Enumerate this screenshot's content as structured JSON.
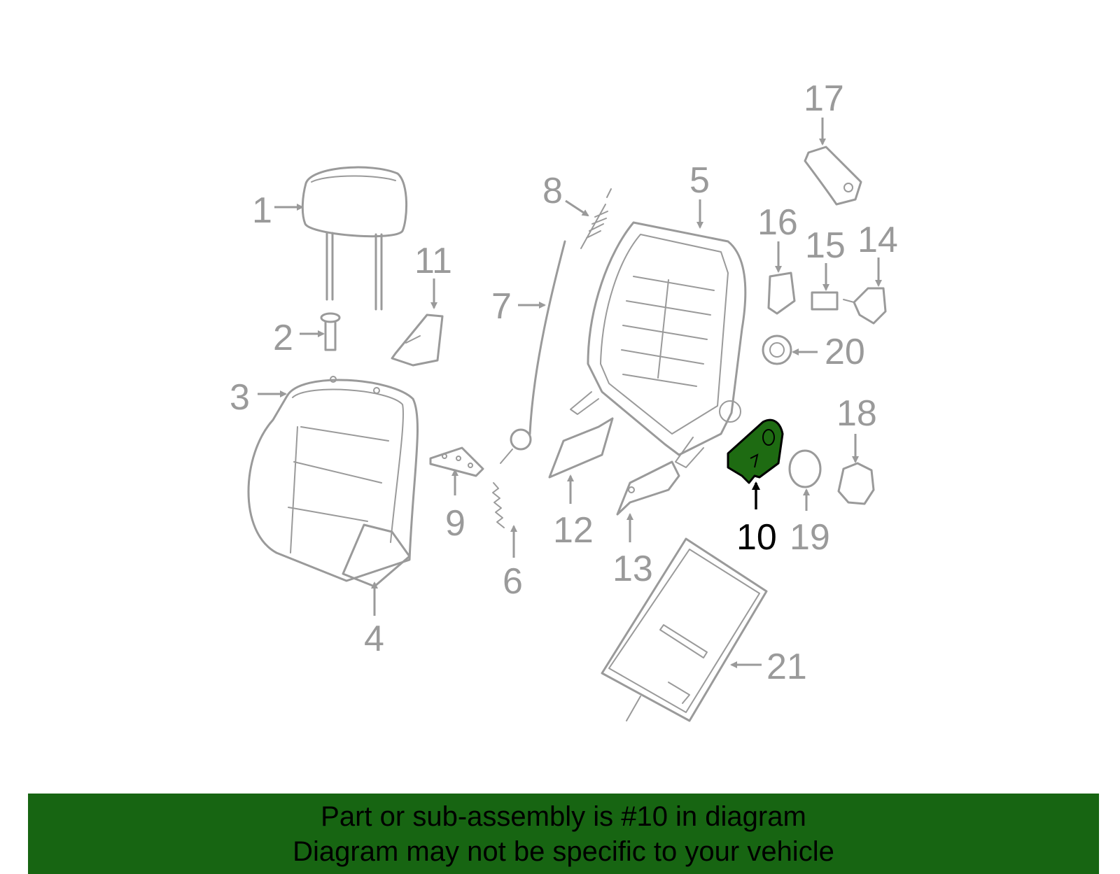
{
  "diagram": {
    "callouts": [
      "1",
      "2",
      "3",
      "4",
      "5",
      "6",
      "7",
      "8",
      "9",
      "10",
      "11",
      "12",
      "13",
      "14",
      "15",
      "16",
      "17",
      "18",
      "19",
      "20",
      "21"
    ],
    "highlighted_part": "10",
    "highlight_color": "#1e6b12",
    "part_color": "#9a9a9a"
  },
  "banner": {
    "line1": "Part or sub-assembly is #10 in diagram",
    "line2": "Diagram may not be specific to your vehicle",
    "background": "#176512"
  }
}
